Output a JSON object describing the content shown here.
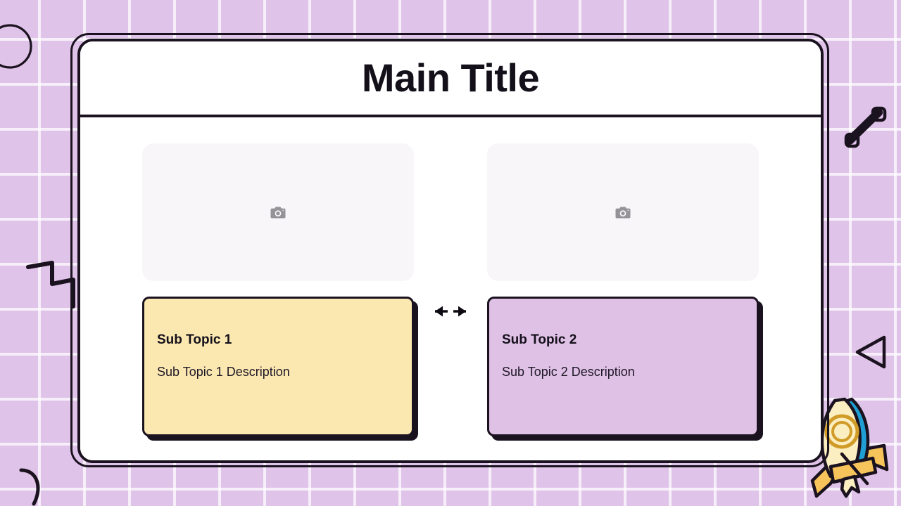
{
  "slide": {
    "title": "Main Title",
    "background_color": "#e0c3e8",
    "grid_line_color": "#ffffff",
    "board_background": "#ffffff",
    "border_color": "#1b1220"
  },
  "columns": [
    {
      "image_placeholder": {
        "icon": "camera-icon",
        "background": "#f8f6f9"
      },
      "card": {
        "name": "Sub Topic 1",
        "description": "Sub Topic 1 Description",
        "fill_color": "#fbe8b1"
      }
    },
    {
      "image_placeholder": {
        "icon": "camera-icon",
        "background": "#f8f6f9"
      },
      "card": {
        "name": "Sub Topic 2",
        "description": "Sub Topic 2 Description",
        "fill_color": "#e0c1e6"
      }
    }
  ],
  "connector": {
    "icon": "bidirectional-arrows-icon",
    "description": "left arrow and right arrow pointing outward"
  },
  "decorations": [
    {
      "name": "circle-outline",
      "position": "top-left"
    },
    {
      "name": "zigzag-line",
      "position": "left"
    },
    {
      "name": "crescent-arc",
      "position": "bottom-left"
    },
    {
      "name": "percent-mark",
      "position": "top-right"
    },
    {
      "name": "triangle-outline",
      "position": "right"
    },
    {
      "name": "rocket",
      "position": "bottom-right"
    }
  ]
}
